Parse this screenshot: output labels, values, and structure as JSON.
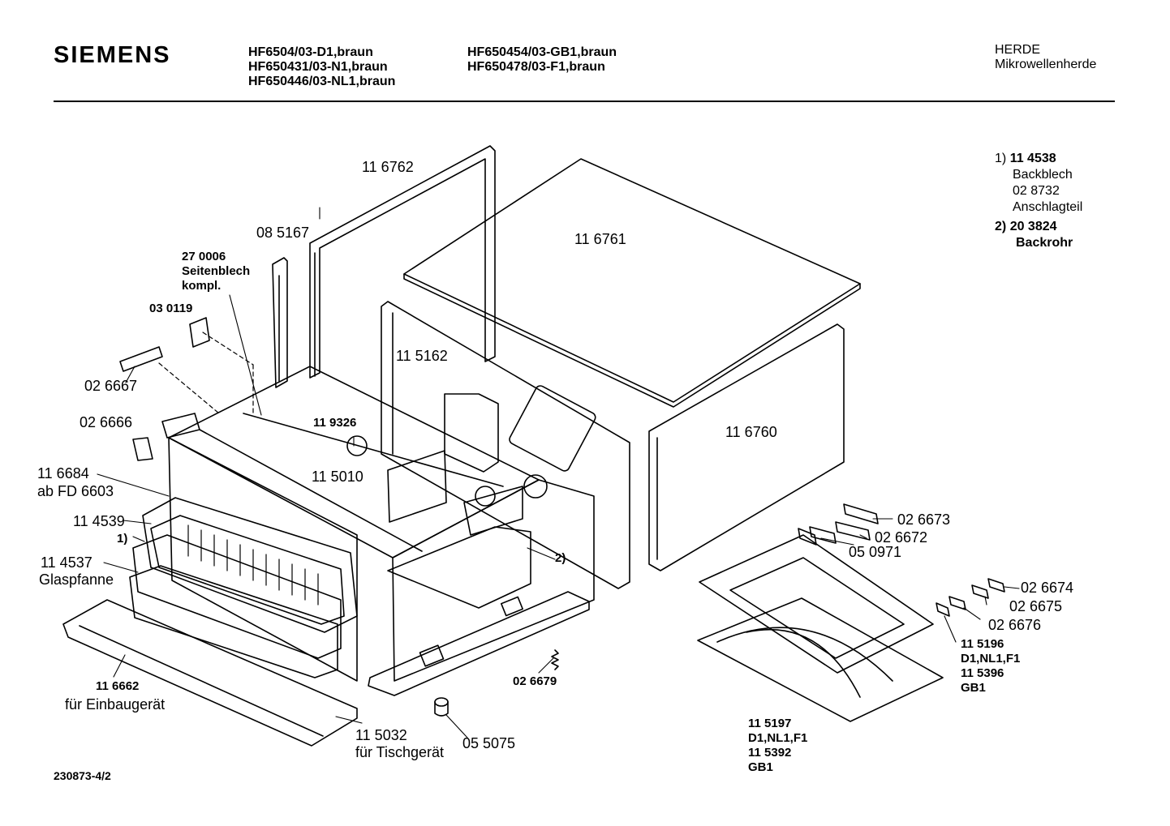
{
  "header": {
    "brand": "SIEMENS",
    "models_col1": [
      "HF6504/03-D1,braun",
      "HF650431/03-N1,braun",
      "HF650446/03-NL1,braun"
    ],
    "models_col2": [
      "HF650454/03-GB1,braun",
      "HF650478/03-F1,braun"
    ],
    "category": "HERDE",
    "subcategory": "Mikrowellenherde"
  },
  "notes": {
    "n1_marker": "1)",
    "n1_lines": [
      "11 4538",
      "Backblech",
      "02 8732",
      "Anschlagteil"
    ],
    "n2_marker": "2)",
    "n2_lines": [
      "20 3824",
      "Backrohr"
    ]
  },
  "parts": {
    "p116762": "11 6762",
    "p116761": "11 6761",
    "p085167": "08 5167",
    "p270006": "27 0006",
    "seitenblech": "Seitenblech",
    "kompl": "kompl.",
    "p030119": "03 0119",
    "p115162": "11 5162",
    "p026667": "02 6667",
    "p026666": "02 6666",
    "p119326": "11 9326",
    "p116760": "11 6760",
    "p116684": "11 6684",
    "abfd": "ab FD 6603",
    "p115010": "11 5010",
    "p114539": "11 4539",
    "ref1": "1)",
    "ref2": "2)",
    "p114537": "11 4537",
    "glaspfanne": "Glaspfanne",
    "p026673": "02 6673",
    "p026672": "02 6672",
    "p050971": "05 0971",
    "p026674": "02 6674",
    "p026675": "02 6675",
    "p026676": "02 6676",
    "p115196": "11 5196",
    "d1nl1f1_a": "D1,NL1,F1",
    "p115396": "11 5396",
    "gb1_a": "GB1",
    "p026679": "02 6679",
    "p116662": "11 6662",
    "einbau": "für Einbaugerät",
    "p115032": "11 5032",
    "tisch": "für Tischgerät",
    "p055075": "05 5075",
    "p115197": "11 5197",
    "d1nl1f1_b": "D1,NL1,F1",
    "p115392": "11 5392",
    "gb1_b": "GB1"
  },
  "footer": {
    "doc_number": "230873-4/2"
  }
}
